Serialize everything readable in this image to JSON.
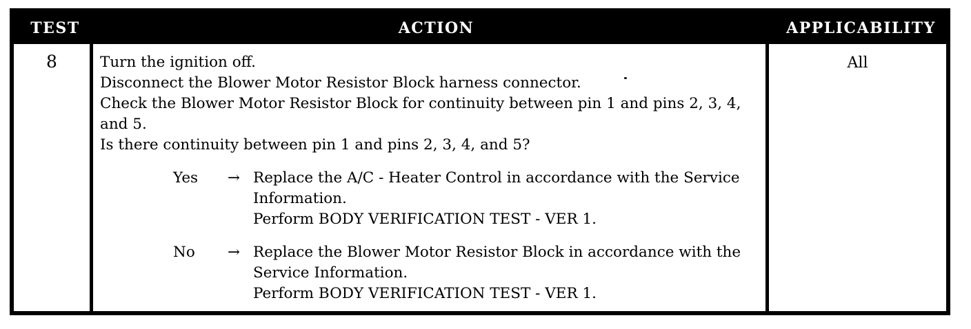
{
  "table": {
    "headers": {
      "test": "TEST",
      "action": "ACTION",
      "applicability": "APPLICABILITY"
    },
    "row": {
      "test_number": "8",
      "applicability": "All",
      "action": {
        "lines": [
          "Turn the ignition off.",
          "Disconnect the Blower Motor Resistor Block harness connector.",
          "Check the Blower Motor Resistor Block for continuity between pin 1 and pins 2, 3, 4,",
          "and 5.",
          "Is there continuity between pin 1 and pins 2, 3, 4, and 5?"
        ],
        "branches": [
          {
            "label": "Yes",
            "arrow": "→",
            "lines": [
              "Replace the A/C - Heater Control in accordance with the Service",
              "Information.",
              "Perform BODY VERIFICATION TEST - VER 1."
            ]
          },
          {
            "label": "No",
            "arrow": "→",
            "lines": [
              "Replace the Blower Motor Resistor Block in accordance with the",
              "Service Information.",
              "Perform BODY VERIFICATION TEST - VER 1."
            ]
          }
        ]
      }
    }
  },
  "colors": {
    "background": "#ffffff",
    "border": "#000000",
    "header_bg": "#000000",
    "header_text": "#ffffff",
    "body_text": "#000000"
  }
}
